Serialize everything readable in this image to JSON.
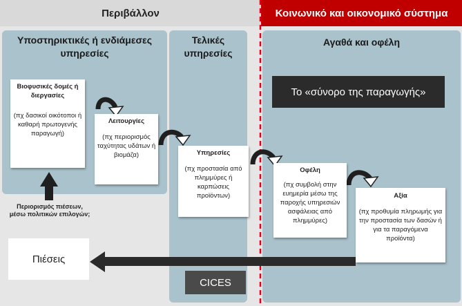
{
  "header": {
    "environment": "Περιβάλλον",
    "socioeconomic": "Κοινωνικό και οικονομικό σύστημα"
  },
  "panels": {
    "supporting": "Υποστηρικτικές ή ενδιάμεσες υπηρεσίες",
    "final": "Τελικές υπηρεσίες",
    "goods": "Αγαθά και οφέλη"
  },
  "boxes": {
    "biophysical": {
      "title": "Βιοφυσικές δομές ή διεργασίες",
      "desc": "(πχ δασικοί οικότοποι ή καθαρή πρωτογενής παραγωγή)"
    },
    "functions": {
      "title": "Λειτουργίες",
      "desc": "(πχ περιορισμός ταχύτητας υδάτων ή βιομάζα)"
    },
    "services": {
      "title": "Υπηρεσίες",
      "desc": "(πχ προστασία από πλημμύρες ή καρπώσεις προϊόντων)"
    },
    "benefits": {
      "title": "Οφέλη",
      "desc": "(πχ συμβολή στην ευημερία μέσω της παροχής υπηρεσιών ασφάλειας από πλημμύρες)"
    },
    "value": {
      "title": "Αξία",
      "desc": "(πχ προθυμία πληρωμής για την προστασία των δασών ή για τα παραγόμενα προϊόντα)"
    }
  },
  "callout": "Το «σύνορο της παραγωγής»",
  "pressure_limit": "Περιορισμός πιέσεων, μέσω πολιτικών επιλογών;",
  "pressures": "Πιέσεις",
  "cices": "CICES",
  "colors": {
    "panel": "#a9c2cb",
    "boundary": "#e0001b",
    "header_red": "#c00000"
  }
}
